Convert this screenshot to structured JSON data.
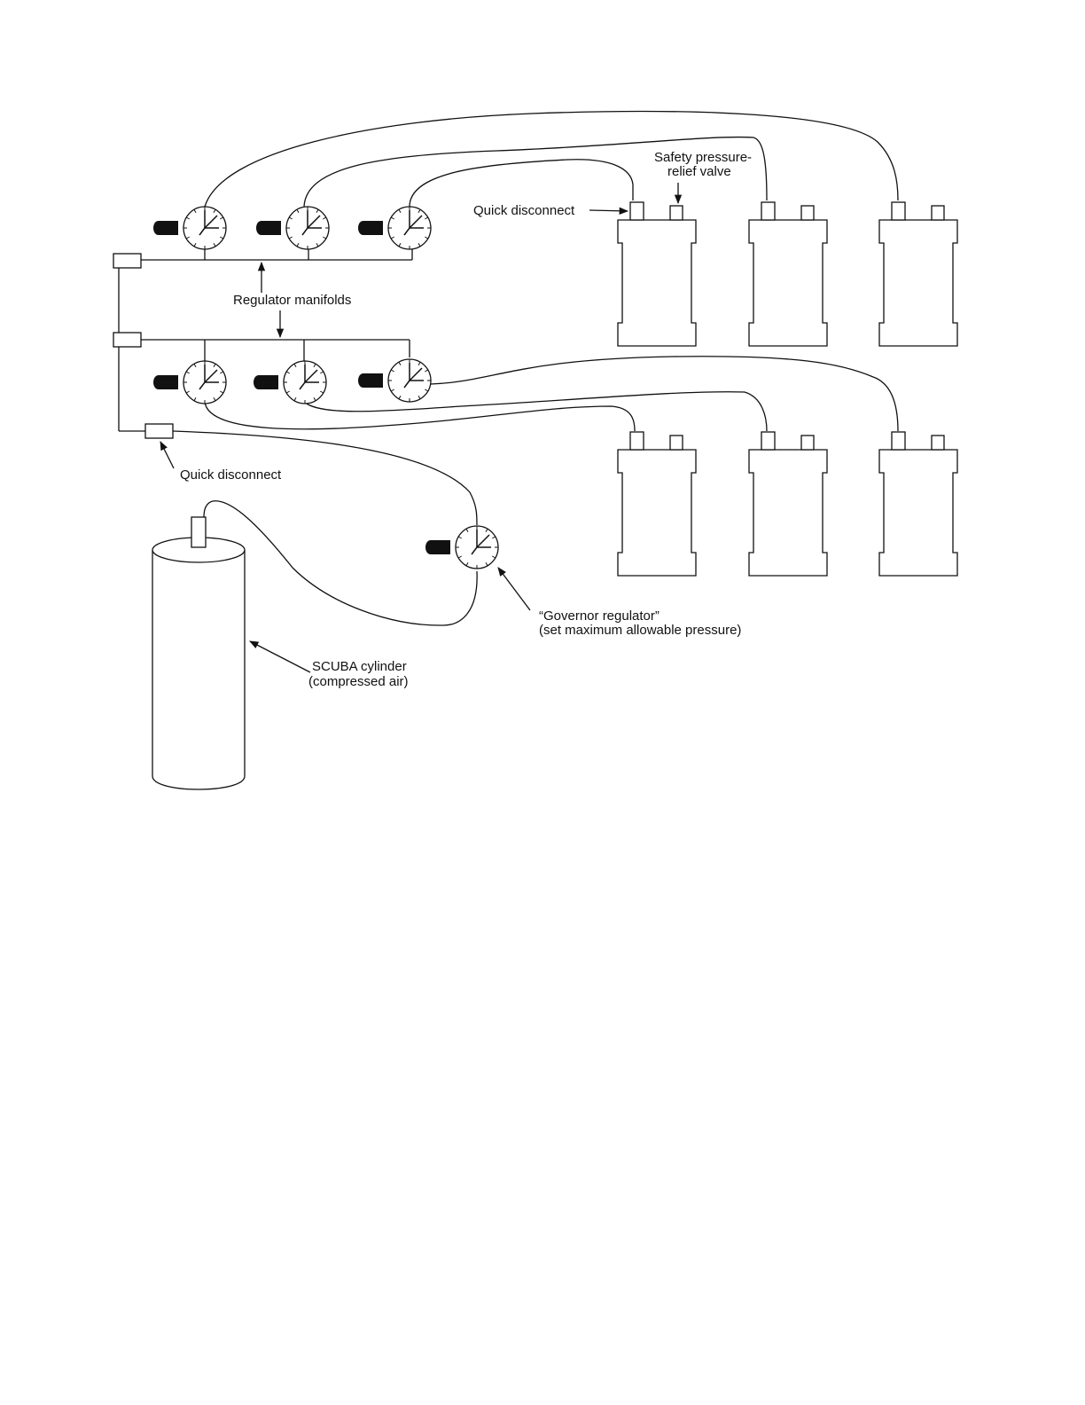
{
  "labels": {
    "safety_valve_line1": "Safety pressure-",
    "safety_valve_line2": "relief valve",
    "quick_disconnect_top": "Quick disconnect",
    "regulator_manifolds": "Regulator manifolds",
    "quick_disconnect_bottom": "Quick disconnect",
    "governor_line1": "“Governor regulator”",
    "governor_line2": "(set maximum allowable pressure)",
    "scuba_line1": "SCUBA cylinder",
    "scuba_line2": "(compressed air)"
  },
  "colors": {
    "ink": "#111111",
    "background": "#ffffff"
  },
  "components": {
    "manifold_regulators": 6,
    "governor_regulators": 1,
    "canisters": 6,
    "scuba_cylinders": 1
  }
}
